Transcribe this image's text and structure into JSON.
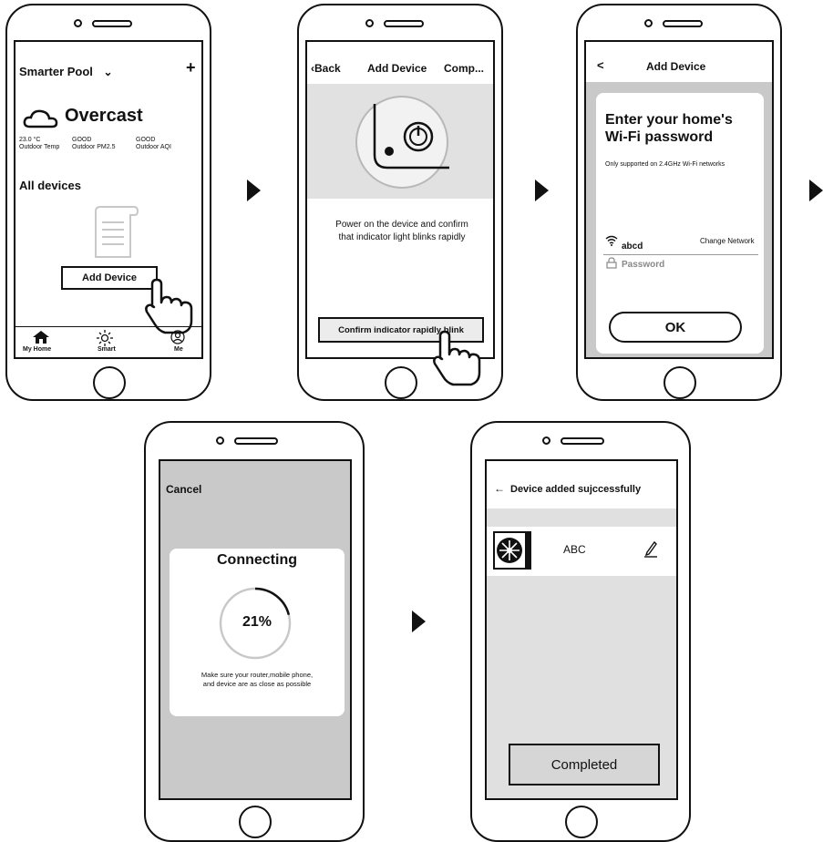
{
  "screen1": {
    "home_name": "Smarter Pool",
    "chevron": "⌄",
    "plus": "+",
    "weather": "Overcast",
    "stats": [
      {
        "value": "23.0 °C",
        "label": "Outdoor Temp"
      },
      {
        "value": "GOOD",
        "label": "Outdoor PM2.5"
      },
      {
        "value": "GOOD",
        "label": "Outdoor AQI"
      }
    ],
    "section_title": "All devices",
    "add_device": "Add Device",
    "nav": [
      {
        "label": "My Home",
        "icon": "home-icon"
      },
      {
        "label": "Smart",
        "icon": "sun-icon"
      },
      {
        "label": "Me",
        "icon": "user-icon"
      }
    ]
  },
  "screen2": {
    "back": "Back",
    "title": "Add Device",
    "right": "Comp...",
    "instruction1": "Power on the device and confirm",
    "instruction2": "that indicator light blinks rapidly",
    "confirm": "Confirm indicator rapidly blink"
  },
  "screen3": {
    "back": "<",
    "title": "Add Device",
    "heading1": "Enter your home's",
    "heading2": "Wi-Fi password",
    "note": "Only supported on 2.4GHz Wi-Fi networks",
    "ssid": "abcd",
    "change": "Change Network",
    "password_placeholder": "Password",
    "ok": "OK"
  },
  "screen4": {
    "cancel": "Cancel",
    "title": "Connecting",
    "progress_text": "21%",
    "progress": 0.21,
    "hint1": "Make sure your router,mobile phone,",
    "hint2": "and device are as close as possible"
  },
  "screen5": {
    "arrow": "←",
    "title": "Device added sujccessfully",
    "device_name": "ABC",
    "completed": "Completed"
  }
}
